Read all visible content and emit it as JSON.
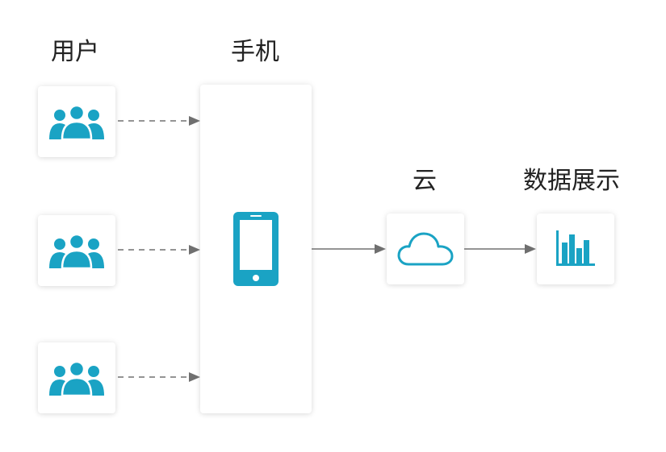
{
  "labels": {
    "users": "用户",
    "phone": "手机",
    "cloud": "云",
    "display": "数据展示"
  },
  "nodes": {
    "users": [
      {
        "icon": "user-group-icon"
      },
      {
        "icon": "user-group-icon"
      },
      {
        "icon": "user-group-icon"
      }
    ],
    "phone": {
      "icon": "smartphone-icon"
    },
    "cloud": {
      "icon": "cloud-icon"
    },
    "display": {
      "icon": "bar-chart-icon"
    }
  },
  "colors": {
    "accent": "#1aa3c4",
    "arrow": "#6f6f6f",
    "text": "#222222"
  }
}
